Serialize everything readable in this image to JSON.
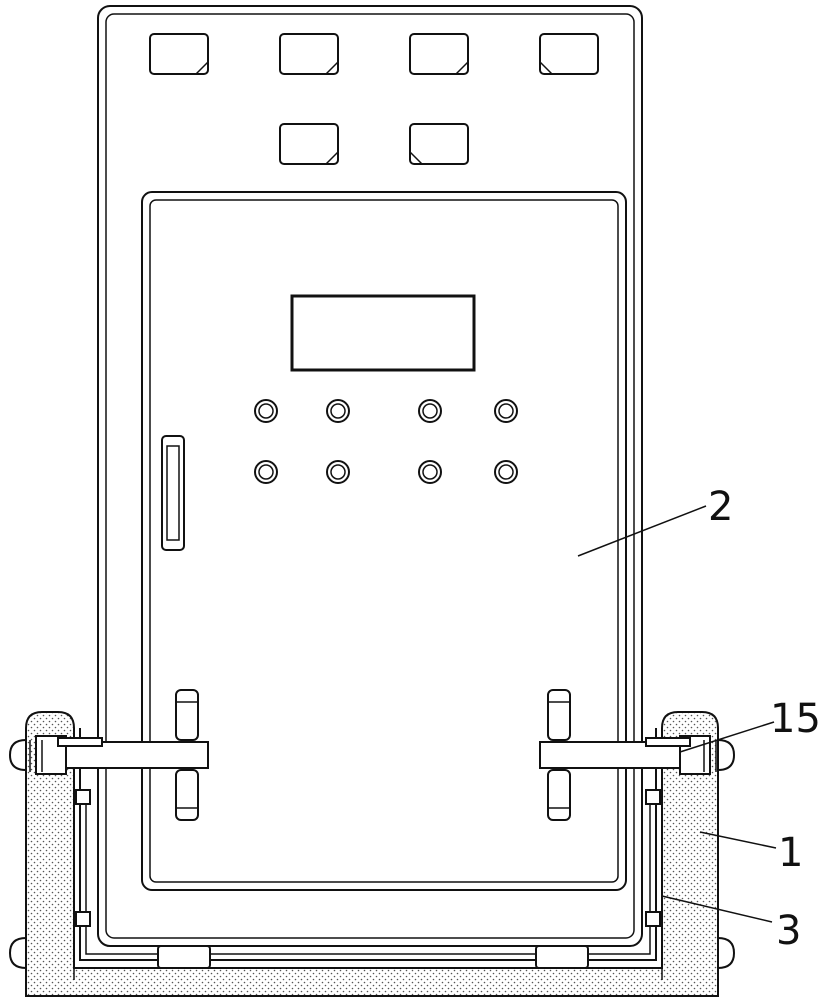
{
  "figure": {
    "labels": {
      "door": "2",
      "clamp": "15",
      "base": "1",
      "frame": "3"
    },
    "panel_windows_top_row": 4,
    "panel_windows_second_row": 2,
    "indicator_rows": 2,
    "indicators_per_row": 4
  }
}
